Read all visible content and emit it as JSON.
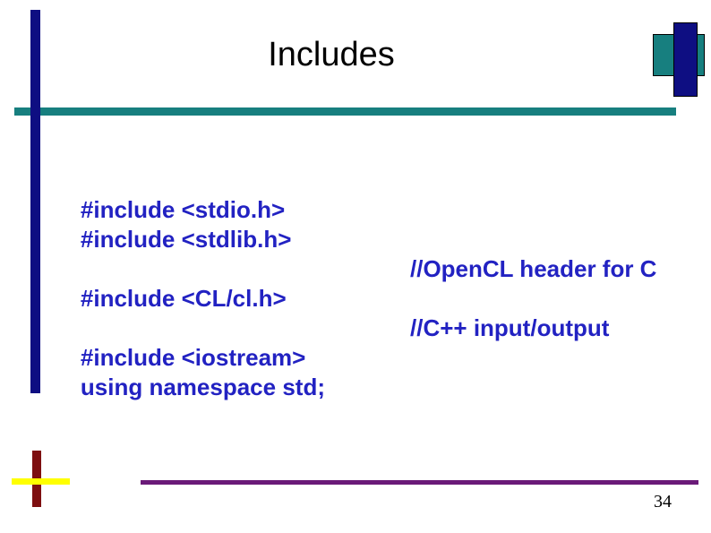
{
  "slide": {
    "title": "Includes",
    "page_number": "34",
    "code_lines": [
      {
        "code": "#include <stdio.h>",
        "comment": ""
      },
      {
        "code": "#include <stdlib.h>",
        "comment": ""
      },
      {
        "code": "",
        "comment": ""
      },
      {
        "code": "#include <CL/cl.h>",
        "comment": "//OpenCL header for C"
      },
      {
        "code": "",
        "comment": ""
      },
      {
        "code": "#include <iostream>",
        "comment": "//C++ input/output"
      },
      {
        "code": "using namespace std;",
        "comment": ""
      }
    ],
    "colors": {
      "accent_navy": "#0e0e82",
      "accent_teal": "#177f7f",
      "code_blue": "#2222c2",
      "accent_maroon": "#7e0f10",
      "accent_yellow": "#ffff00",
      "accent_purple": "#6a1a78",
      "title_black": "#000000"
    }
  }
}
